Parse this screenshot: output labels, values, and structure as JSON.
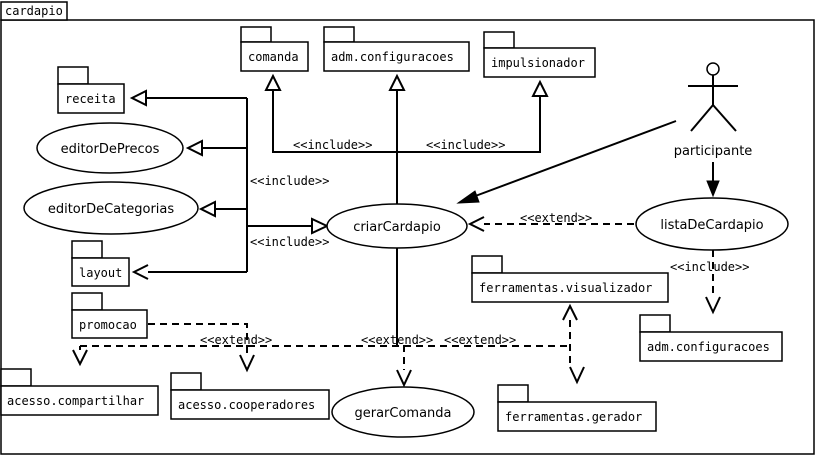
{
  "frame": {
    "title": "cardapio"
  },
  "packages": {
    "comanda": "comanda",
    "adm_configuracoes_top": "adm.configuracoes",
    "impulsionador": "impulsionador",
    "receita": "receita",
    "layout": "layout",
    "promocao": "promocao",
    "ferramentas_visualizador": "ferramentas.visualizador",
    "adm_configuracoes_bottom": "adm.configuracoes",
    "acesso_compartilhar": "acesso.compartilhar",
    "acesso_cooperadores": "acesso.cooperadores",
    "ferramentas_gerador": "ferramentas.gerador"
  },
  "usecases": {
    "editorDePrecos": "editorDePrecos",
    "editorDeCategorias": "editorDeCategorias",
    "criarCardapio": "criarCardapio",
    "listaDeCardapio": "listaDeCardapio",
    "gerarComanda": "gerarComanda"
  },
  "actor": {
    "name": "participante"
  },
  "labels": {
    "include_top_left": "<<include>>",
    "include_top_right": "<<include>>",
    "include_left_upper": "<<include>>",
    "include_left_lower": "<<include>>",
    "extend_lista": "<<extend>>",
    "include_lista": "<<include>>",
    "extend_left": "<<extend>>",
    "extend_mid": "<<extend>>",
    "extend_right": "<<extend>>"
  }
}
